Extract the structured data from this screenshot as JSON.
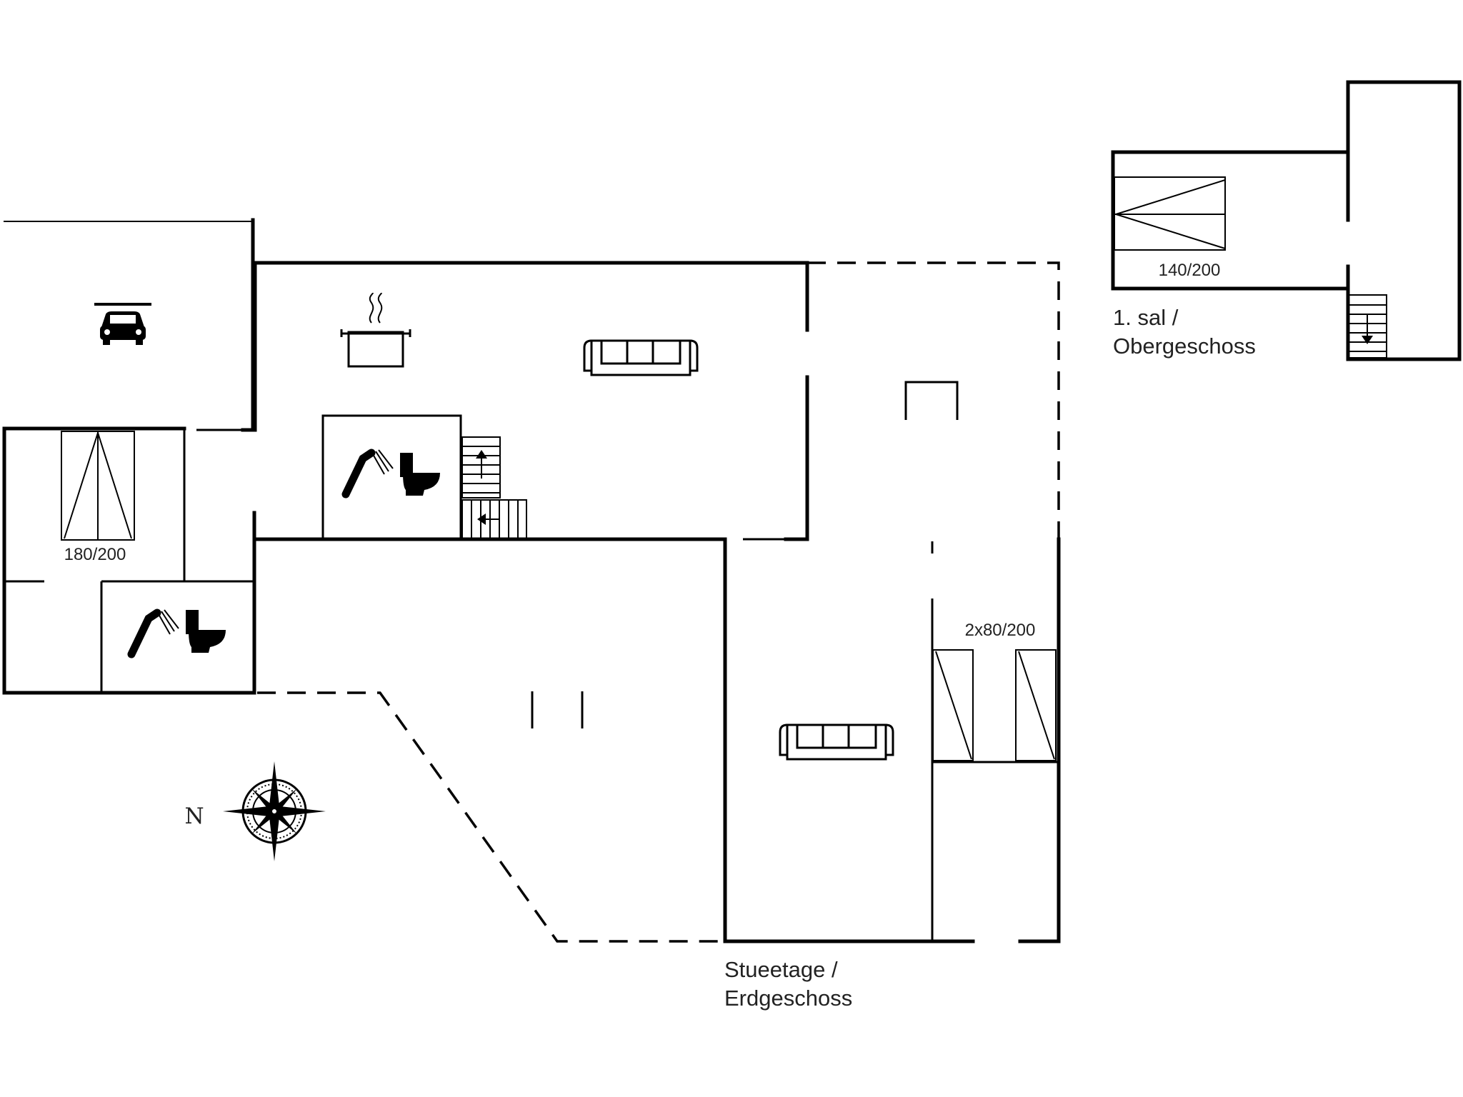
{
  "labels": {
    "bed_master": "180/200",
    "bed_twin": "2x80/200",
    "bed_upper": "140/200",
    "compass_north": "N"
  },
  "floors": {
    "ground_line1": "Stueetage /",
    "ground_line2": "Erdgeschoss",
    "upper_line1": "1. sal /",
    "upper_line2": "Obergeschoss"
  },
  "icons": [
    "car-icon",
    "cooking-pot-icon",
    "sofa-icon",
    "shower-icon",
    "toilet-icon",
    "stairs-icon",
    "compass-rose-icon",
    "fireplace-icon",
    "bed-icon"
  ]
}
